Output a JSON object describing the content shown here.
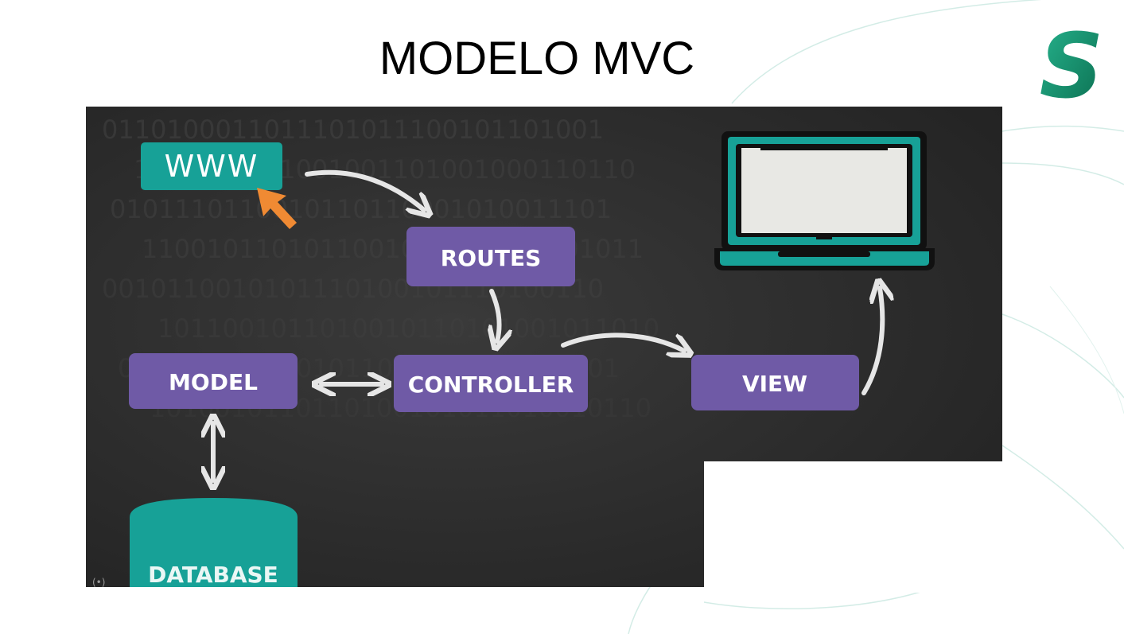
{
  "slide": {
    "title": "MODELO MVC",
    "logo_letter": "S"
  },
  "diagram": {
    "nodes": {
      "www": "WWW",
      "routes": "ROUTES",
      "controller": "CONTROLLER",
      "model": "MODEL",
      "view": "VIEW",
      "database": "DATABASE"
    },
    "colors": {
      "background": "#2b2b2b",
      "node_purple": "#6f5aa6",
      "teal": "#17a197",
      "arrow": "#e6e6e6",
      "cursor": "#f08a33",
      "screen": "#e8e8e4"
    },
    "background_pattern": [
      "0110100011011101011100101101001",
      "1001011101001001101001000110110",
      "0101110110010110110001010011101",
      "1100101101011001001011100101011",
      "0010110010101110100101110100110",
      "1011001011010010110101001011010",
      "0110101100101011010010110101101",
      "1010010110110100101011010010110"
    ],
    "corner_mark": "(•)"
  }
}
